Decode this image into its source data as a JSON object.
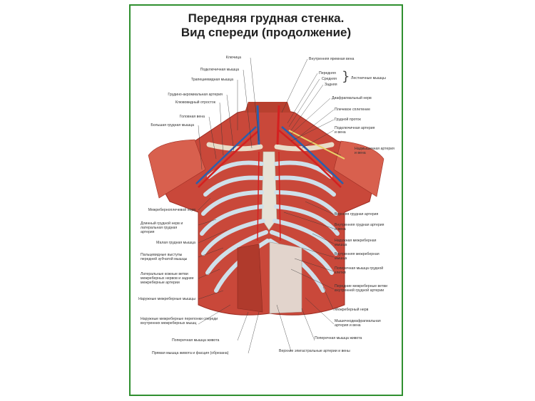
{
  "title": {
    "line1": "Передняя грудная стенка.",
    "line2": "Вид спереди (продолжение)"
  },
  "labels_left": [
    "Ключица",
    "Подключичная мышца",
    "Трапециевидная мышца",
    "Грудино-акромиальная артерия",
    "Клювовидный отросток",
    "Головная вена",
    "Большая грудная мышца",
    "Межреберноплечевой нерв",
    "Длинный грудной нерв и латеральная грудная артерия",
    "Малая грудная мышца",
    "Пальцевидные выступы передней зубчатой мышцы",
    "Латеральные кожные ветви межреберных нервов и задние межреберные артерии",
    "Наружные межреберные мышцы",
    "Наружные межреберные перепонки спереди внутренних межреберных мышц",
    "Поперечная мышца живота",
    "Прямая мышца живота и фасция (обрезана)"
  ],
  "labels_right": [
    "Внутренняя яремная вена",
    "Передняя",
    "Средняя",
    "Задняя",
    "Лестничные мышцы",
    "Диафрагмальный нерв",
    "Плечевое сплетение",
    "Грудной проток",
    "Подключичная артерия и вена",
    "Надмышечная артерия и вена",
    "Верхняя грудная артерия",
    "Внутренняя грудная артерия и вена",
    "Наружная межреберная мышца",
    "Внутренняя межреберная мышца",
    "Поперечная мышца грудной клетки",
    "Передние межреберные ветви внутренней грудной артерии",
    "Межреберный нерв",
    "Мышечнодиафрагмальная артерия и вена",
    "Поперечная мышца живота",
    "Верхние эпигастральные артерии и вены"
  ],
  "colors": {
    "frame": "#2f8f2f",
    "muscle": "#c9483a",
    "bone": "#cfe0ea",
    "artery": "#d42020",
    "vein": "#2a5fae",
    "nerve": "#e8d36a"
  }
}
